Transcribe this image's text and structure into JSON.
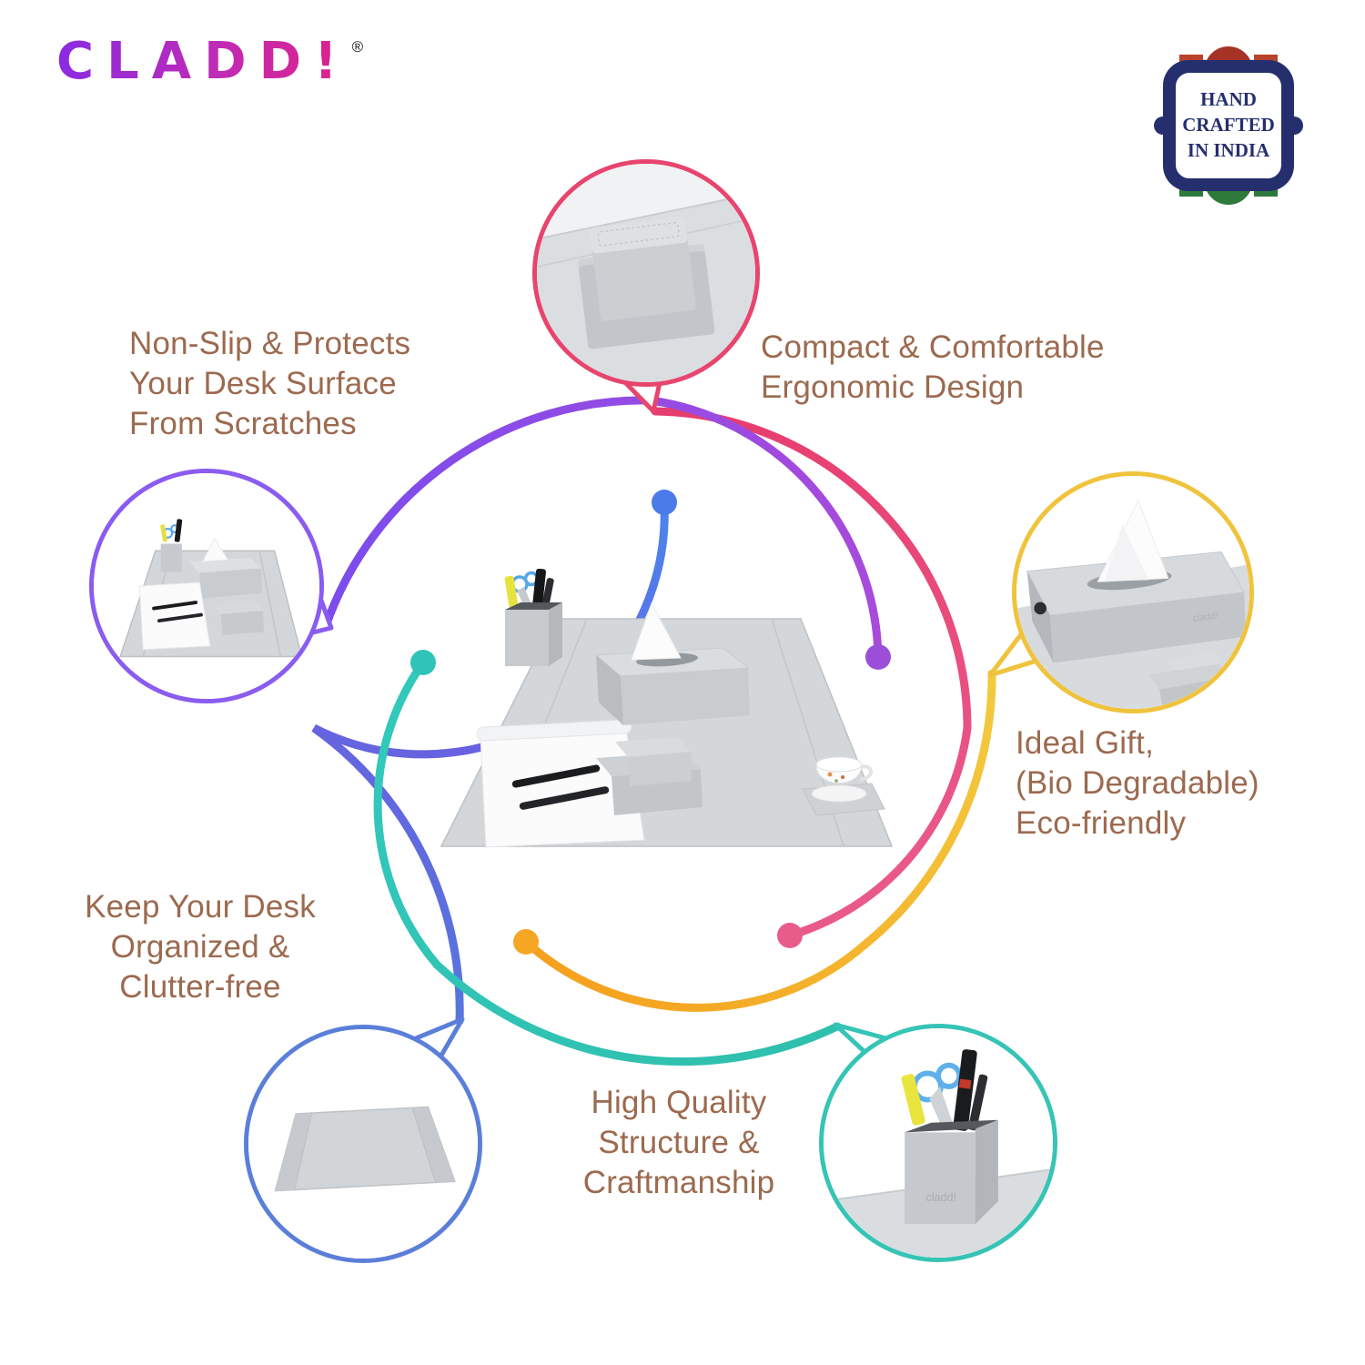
{
  "brand": {
    "logo_text": "CLADD!",
    "registered_mark": "®",
    "embossing": "cladd!"
  },
  "badge": {
    "lines": [
      "HAND",
      "CRAFTED",
      "IN INDIA"
    ]
  },
  "features": {
    "nonslip": {
      "lines": [
        "Non-Slip & Protects",
        "Your Desk Surface",
        "From Scratches"
      ]
    },
    "ergonomic": {
      "lines": [
        "Compact & Comfortable",
        "Ergonomic Design"
      ]
    },
    "gift": {
      "lines": [
        "Ideal Gift,",
        "(Bio Degradable)",
        "Eco-friendly"
      ]
    },
    "organized": {
      "lines": [
        "Keep Your Desk",
        "Organized &",
        "Clutter-free"
      ]
    },
    "quality": {
      "lines": [
        "High Quality",
        "Structure &",
        "Craftmanship"
      ]
    }
  },
  "callouts": {
    "top": {
      "name": "coaster-holder-closeup",
      "border_color": "#e8456e"
    },
    "left": {
      "name": "desk-set-closeup",
      "border_color": "#8a5cf0"
    },
    "right": {
      "name": "tissue-box-closeup",
      "border_color": "#f0c33c"
    },
    "bottom_left": {
      "name": "desk-pad-closeup",
      "border_color": "#5b7fd9"
    },
    "bottom_right": {
      "name": "pen-holder-closeup",
      "border_color": "#35c4b5"
    }
  },
  "colors": {
    "feature_text": "#9c6a4f",
    "arc_crimson": "#e8456e",
    "arc_yellow": "#f3c93e",
    "arc_purple": "#8a5cf0",
    "arc_blue": "#5b7fd9",
    "arc_teal": "#35c4b5",
    "dot_blue": "#4b7be8",
    "dot_purple": "#9b4fd8",
    "dot_teal": "#2fc4b8",
    "dot_orange": "#f5a623",
    "dot_pink": "#e85c8a",
    "logo_gradient_start": "#8a2be2",
    "logo_gradient_end": "#e0218a",
    "badge_navy": "#252f6e",
    "badge_red": "#a63226",
    "badge_green": "#2d7a3a",
    "product_gray": "#d4d7da"
  }
}
